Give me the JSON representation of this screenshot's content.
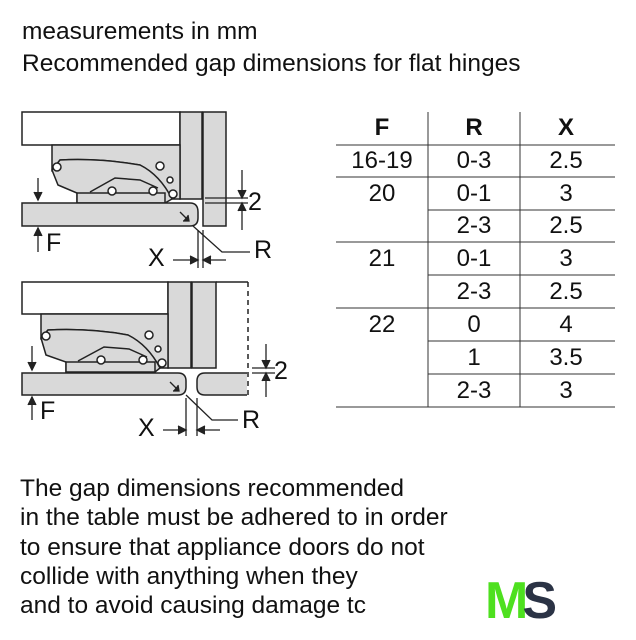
{
  "header": {
    "line1": "measurements in mm",
    "line2": "Recommended gap dimensions for flat hinges"
  },
  "diagram_labels": {
    "F": "F",
    "X": "X",
    "R": "R",
    "gap": "2"
  },
  "table": {
    "columns": [
      "F",
      "R",
      "X"
    ],
    "rows": [
      {
        "F": "16-19",
        "R": "0-3",
        "X": "2.5"
      },
      {
        "F": "20",
        "R": "0-1",
        "X": "3"
      },
      {
        "F": "",
        "R": "2-3",
        "X": "2.5"
      },
      {
        "F": "21",
        "R": "0-1",
        "X": "3"
      },
      {
        "F": "",
        "R": "2-3",
        "X": "2.5"
      },
      {
        "F": "22",
        "R": "0",
        "X": "4"
      },
      {
        "F": "",
        "R": "1",
        "X": "3.5"
      },
      {
        "F": "",
        "R": "2-3",
        "X": "3"
      }
    ]
  },
  "paragraph": [
    "The gap dimensions recommended",
    "in the table must be adhered to in order",
    "to ensure that appliance doors do not",
    "collide with anything when they",
    "and to avoid causing damage tc"
  ],
  "logo": {
    "m": "M",
    "s": "S",
    "colors": {
      "m": "#4ee01f",
      "s": "#2b3345"
    }
  }
}
